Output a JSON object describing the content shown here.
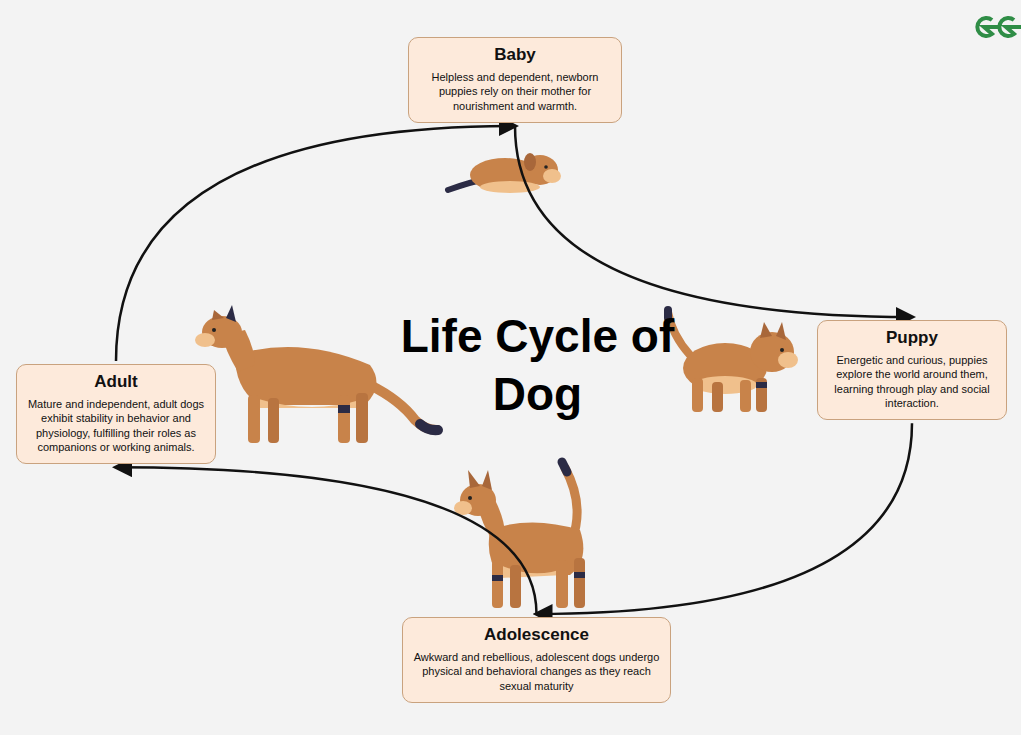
{
  "diagram": {
    "title": "Life Cycle of Dog",
    "nodes": [
      {
        "text": [
          "Baby",
          "Helpless and dependent, newborn puppies rely on their mother for nourishment and warmth."
        ]
      },
      {
        "text": [
          "Puppy",
          "Energetic and curious, puppies explore the world around them, learning through play and social interaction."
        ]
      },
      {
        "text": [
          "Adolescence",
          "Awkward and rebellious, adolescent dogs undergo physical and behavioral changes as they reach sexual maturity"
        ]
      },
      {
        "text": [
          "Adult",
          "Mature and independent, adult dogs exhibit stability in behavior and physiology, fulfilling their roles as companions or working animals."
        ]
      }
    ],
    "edges": [
      {
        "from": 0,
        "to": 1,
        "arrow": "to"
      },
      {
        "from": 1,
        "to": 2,
        "arrow": "to"
      },
      {
        "from": 2,
        "to": 3,
        "arrow": "to"
      },
      {
        "from": 3,
        "to": 0,
        "arrow": "to"
      }
    ]
  }
}
